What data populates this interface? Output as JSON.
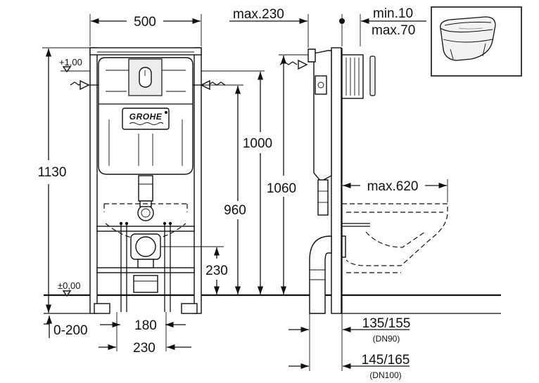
{
  "dimensions": {
    "frame_width": "500",
    "max_depth_top": "max.230",
    "min_top": "min.10",
    "max_top": "max.70",
    "height_total": "1130",
    "level_top": "+1,00",
    "level_bottom": "±0,00",
    "height_1000": "1000",
    "height_960": "960",
    "height_1060": "1060",
    "height_230": "230",
    "max_620": "max.620",
    "foot_adjust": "0-200",
    "spacing_180": "180",
    "spacing_230": "230",
    "depth_135_155": "135/155",
    "dn90": "(DN90)",
    "depth_145_165": "145/165",
    "dn100": "(DN100)"
  },
  "brand": "GROHE"
}
